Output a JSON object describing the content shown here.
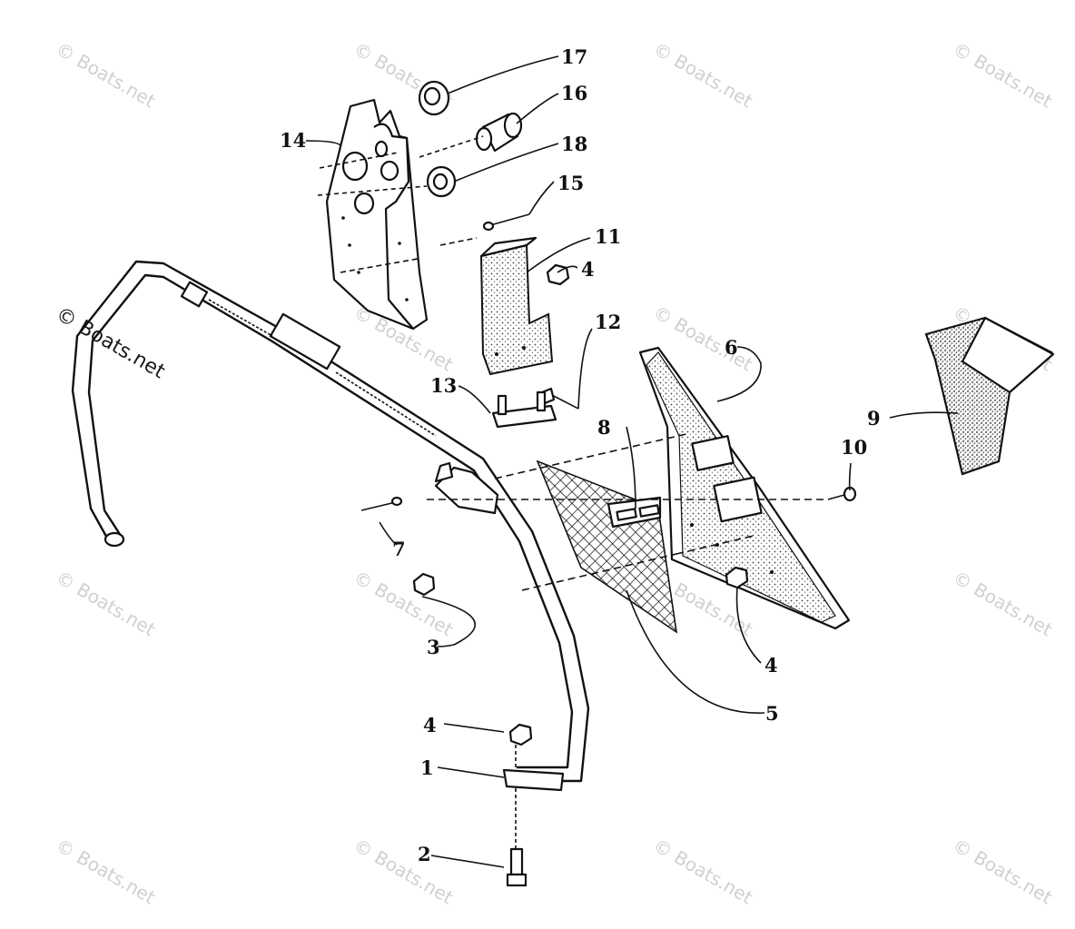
{
  "watermark": {
    "text": "© Boats.net",
    "main_text": "© Boats.net"
  },
  "callouts": [
    {
      "id": "17",
      "label": "17"
    },
    {
      "id": "16",
      "label": "16"
    },
    {
      "id": "14",
      "label": "14"
    },
    {
      "id": "18",
      "label": "18"
    },
    {
      "id": "15",
      "label": "15"
    },
    {
      "id": "11",
      "label": "11"
    },
    {
      "id": "4a",
      "label": "4"
    },
    {
      "id": "12",
      "label": "12"
    },
    {
      "id": "13",
      "label": "13"
    },
    {
      "id": "6",
      "label": "6"
    },
    {
      "id": "9",
      "label": "9"
    },
    {
      "id": "10",
      "label": "10"
    },
    {
      "id": "8",
      "label": "8"
    },
    {
      "id": "7",
      "label": "7"
    },
    {
      "id": "3",
      "label": "3"
    },
    {
      "id": "4b",
      "label": "4"
    },
    {
      "id": "5",
      "label": "5"
    },
    {
      "id": "4c",
      "label": "4"
    },
    {
      "id": "1",
      "label": "1"
    },
    {
      "id": "2",
      "label": "2"
    }
  ],
  "colors": {
    "ink": "#111111",
    "watermark": "#d0d0d0",
    "background": "#ffffff"
  }
}
